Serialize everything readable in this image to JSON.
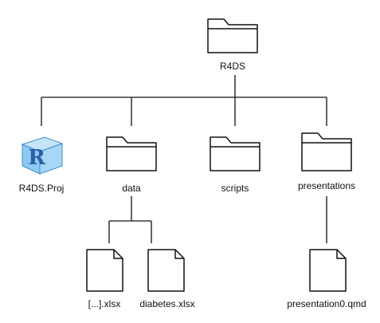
{
  "root": {
    "label": "R4DS",
    "icon": "folder-icon"
  },
  "children": {
    "project": {
      "label": "R4DS.Proj",
      "icon": "r-project-cube-icon"
    },
    "data": {
      "label": "data",
      "icon": "folder-icon"
    },
    "scripts": {
      "label": "scripts",
      "icon": "folder-icon"
    },
    "presentations": {
      "label": "presentations",
      "icon": "folder-icon"
    }
  },
  "data_files": [
    {
      "label": "[...].xlsx",
      "icon": "file-icon"
    },
    {
      "label": "diabetes.xlsx",
      "icon": "file-icon"
    }
  ],
  "presentation_files": [
    {
      "label": "presentation0.qmd",
      "icon": "file-icon"
    }
  ],
  "colors": {
    "line": "#111111",
    "r_cube": "#8ec9f2",
    "r_cube_dark": "#3d8fd0",
    "r_letter": "#2a5fa8"
  }
}
